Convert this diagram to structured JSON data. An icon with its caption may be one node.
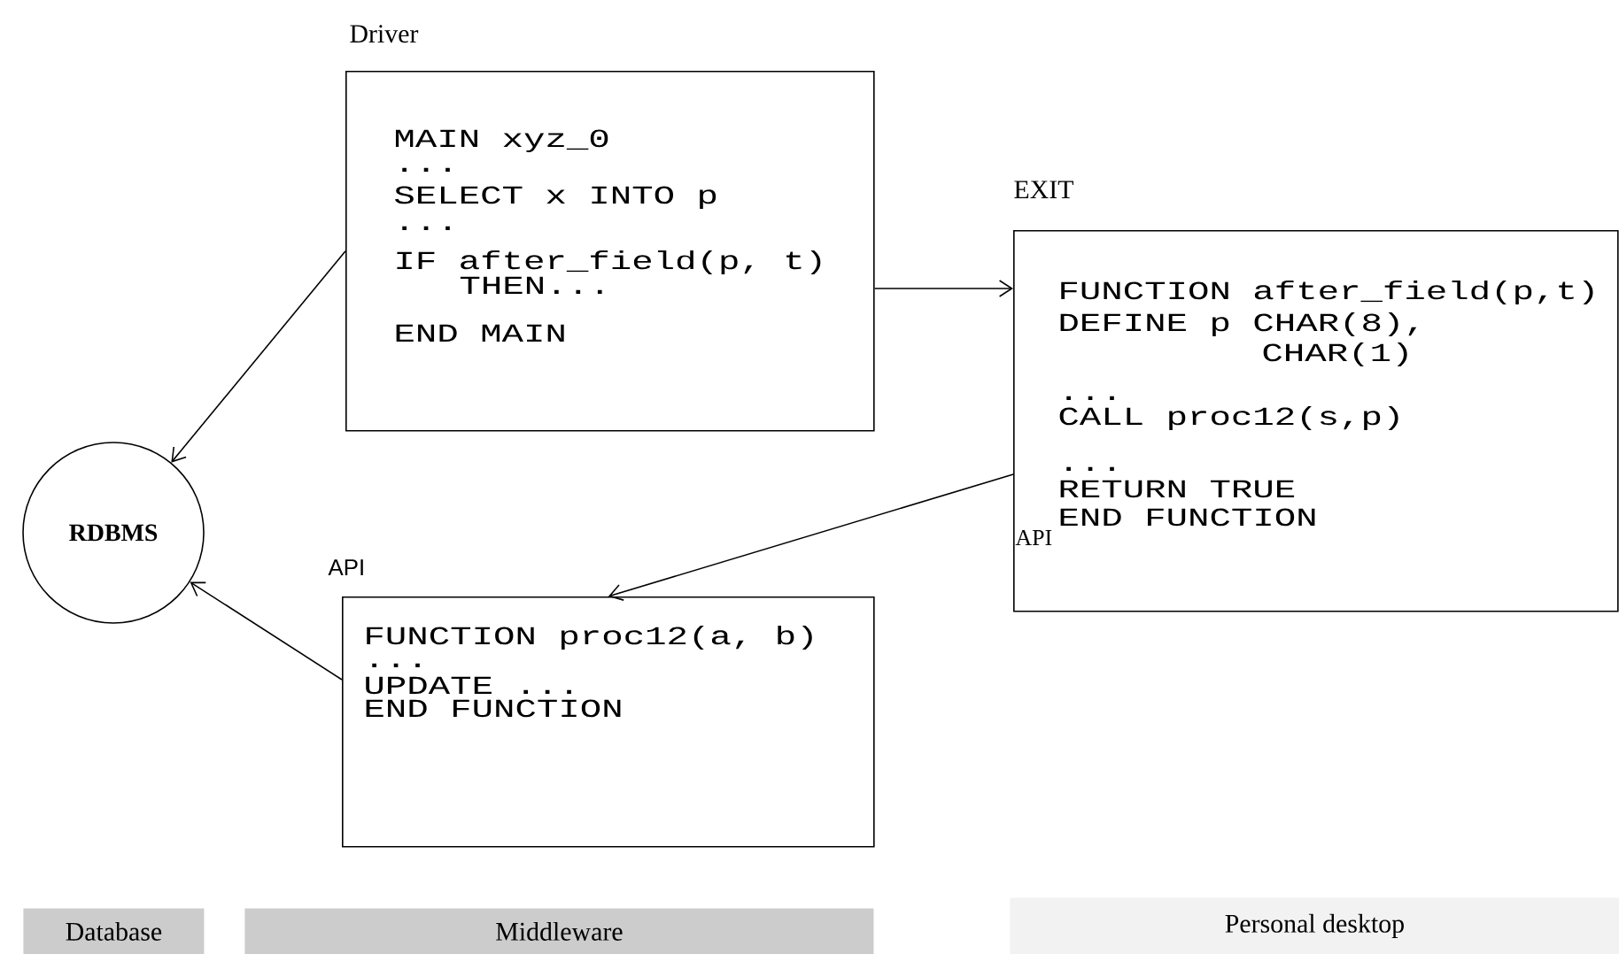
{
  "diagram": {
    "nodes": [
      {
        "text": [
          "Driver",
          "MAIN xyz_0",
          "...",
          "SELECT x INTO p",
          "...",
          "IF after_field(p, t)",
          "THEN...",
          "END MAIN"
        ]
      },
      {
        "text": [
          "EXIT",
          "FUNCTION after_field(p,t)",
          "DEFINE p CHAR(8),",
          "CHAR(1)",
          "...",
          "CALL proc12(s,p)",
          "...",
          "RETURN TRUE",
          "END FUNCTION",
          "API"
        ]
      },
      {
        "text": [
          "RDBMS"
        ]
      },
      {
        "text": [
          "API",
          "FUNCTION proc12(a, b)",
          "...",
          "UPDATE ...",
          "END FUNCTION"
        ]
      },
      {
        "text": [
          "Database"
        ]
      },
      {
        "text": [
          "Middleware"
        ]
      },
      {
        "text": [
          "Personal desktop"
        ]
      }
    ],
    "edges": [
      {
        "from": 0,
        "to": 2,
        "arrow": "to"
      },
      {
        "from": 0,
        "to": 1,
        "arrow": "to"
      },
      {
        "from": 1,
        "to": 3,
        "arrow": "to"
      },
      {
        "from": 3,
        "to": 2,
        "arrow": "to"
      }
    ]
  }
}
